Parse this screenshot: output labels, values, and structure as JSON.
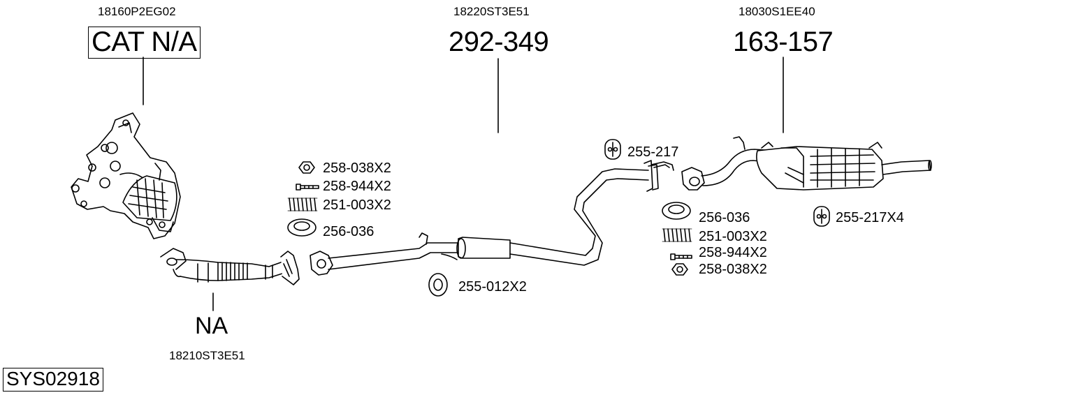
{
  "sections": {
    "manifold": {
      "oem": "18160P2EG02",
      "ref": "CAT N/A"
    },
    "front_pipe": {
      "oem": "18210ST3E51",
      "ref": "NA"
    },
    "middle": {
      "oem": "18220ST3E51",
      "ref": "292-349"
    },
    "rear": {
      "oem": "18030S1EE40",
      "ref": "163-157"
    }
  },
  "parts_left": [
    {
      "label": "258-038X2",
      "icon": "nut-icon"
    },
    {
      "label": "258-944X2",
      "icon": "bolt-icon"
    },
    {
      "label": "251-003X2",
      "icon": "spring-icon"
    },
    {
      "label": "256-036",
      "icon": "gasket-icon"
    }
  ],
  "parts_right": [
    {
      "label": "256-036",
      "icon": "gasket-icon"
    },
    {
      "label": "251-003X2",
      "icon": "spring-icon"
    },
    {
      "label": "258-944X2",
      "icon": "bolt-icon"
    },
    {
      "label": "258-038X2",
      "icon": "nut-icon"
    }
  ],
  "hangers": {
    "h1": {
      "label": "255-217",
      "icon": "rubber-hanger-icon"
    },
    "h2": {
      "label": "255-012X2",
      "icon": "rubber-mount-icon"
    },
    "h3": {
      "label": "255-217X4",
      "icon": "rubber-hanger-icon"
    }
  },
  "system_code": "SYS02918"
}
